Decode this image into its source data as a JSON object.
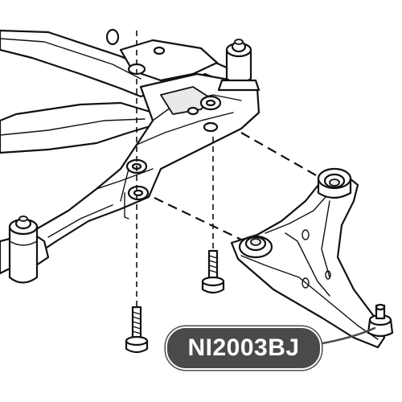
{
  "badge": {
    "part_number": "NI2003BJ",
    "background_color": "#4a4a4a",
    "text_color": "#ffffff"
  },
  "diagram": {
    "style": "exploded technical line drawing",
    "components": [
      "front-subframe-crossmember",
      "subframe-mount-bushing-left",
      "subframe-mount-bushing-right",
      "lower-control-arm",
      "control-arm-front-bushing",
      "control-arm-rear-bushing",
      "ball-joint",
      "mounting-bolt-front",
      "mounting-bolt-rear"
    ]
  }
}
